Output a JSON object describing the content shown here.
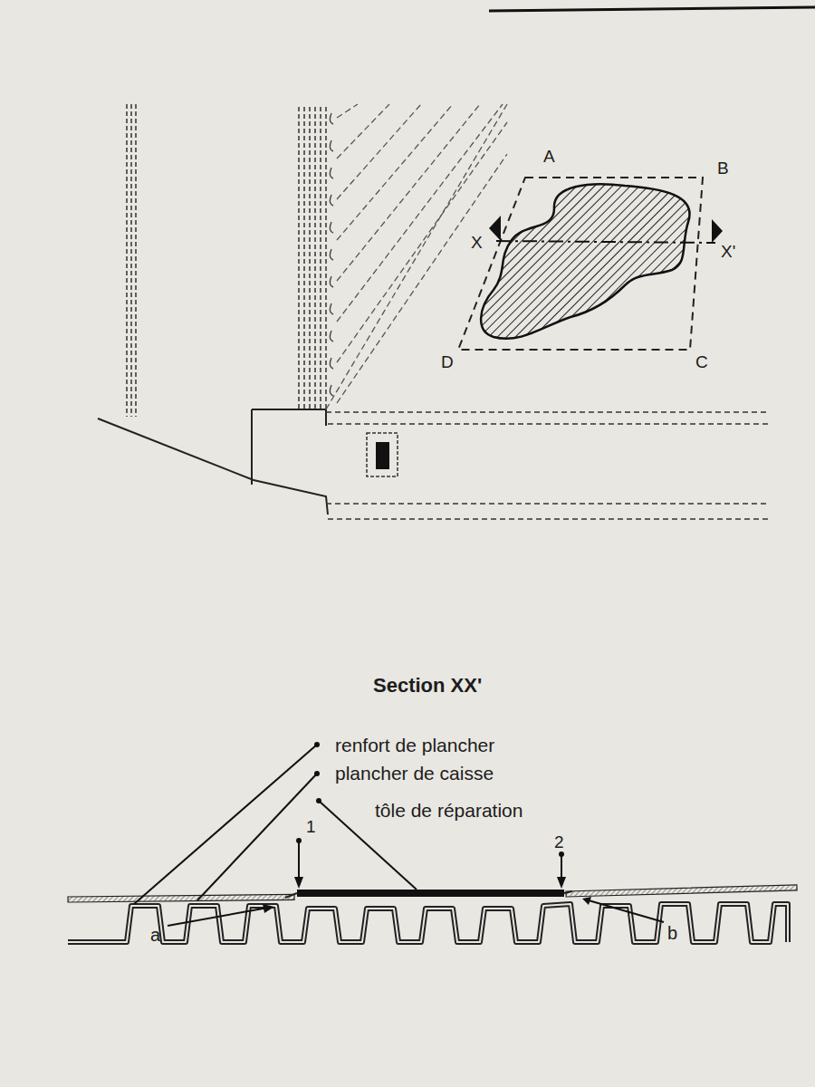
{
  "diagram": {
    "title": "Section XX'",
    "labels": [
      "A",
      "B",
      "X",
      "X'",
      "D",
      "C",
      "renfort de plancher",
      "plancher de caisse",
      "tôle de réparation",
      "1",
      "2",
      "a",
      "b"
    ]
  }
}
